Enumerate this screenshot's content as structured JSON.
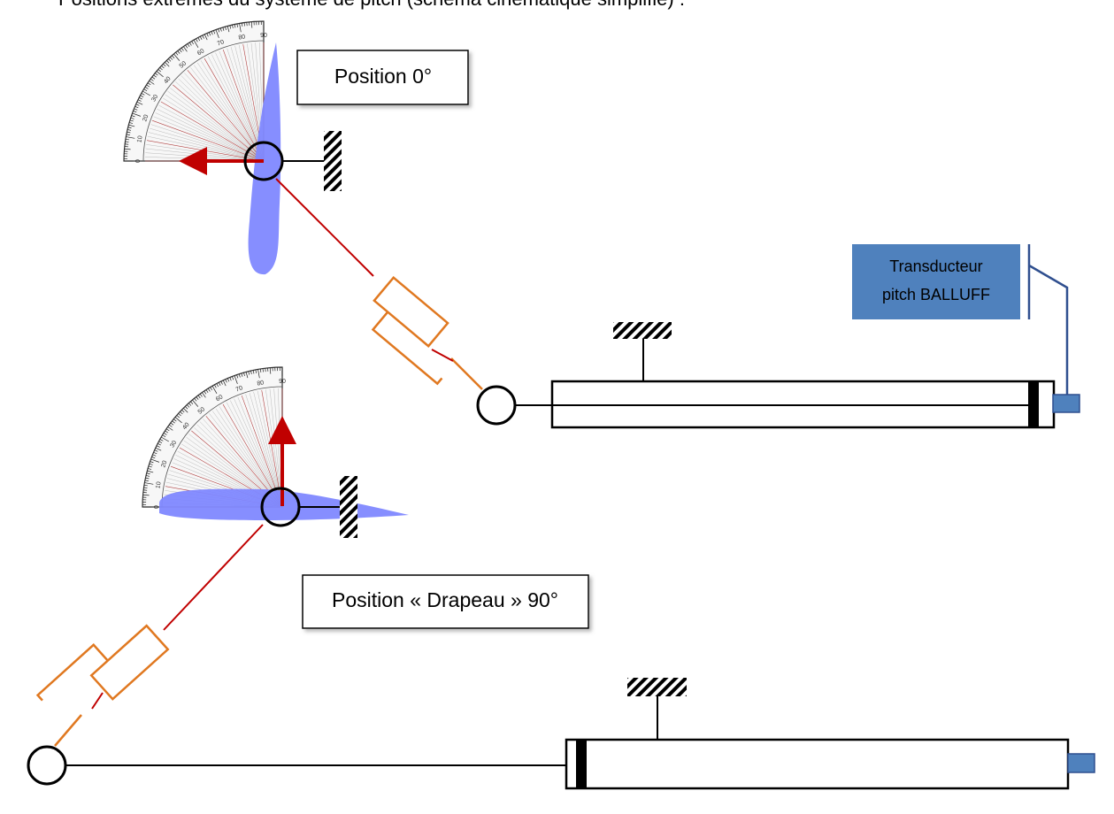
{
  "caption": "Positions extrêmes du système de pitch (schéma cinématique simplifié) :",
  "label_position_0": "Position 0°",
  "label_position_90": "Position « Drapeau » 90°",
  "transducer": {
    "line1": "Transducteur",
    "line2": "pitch BALLUFF"
  },
  "protractor_ticks": [
    "0",
    "10",
    "20",
    "30",
    "40",
    "50",
    "60",
    "70",
    "80",
    "90"
  ],
  "colors": {
    "blade": "#8088ff",
    "arrow": "#c00000",
    "rod": "#c00000",
    "actuator_outline": "#e07820",
    "transducer_fill": "#4f81bd",
    "transducer_line": "#2f4f8f",
    "sensor_block": "#4f81bd"
  }
}
